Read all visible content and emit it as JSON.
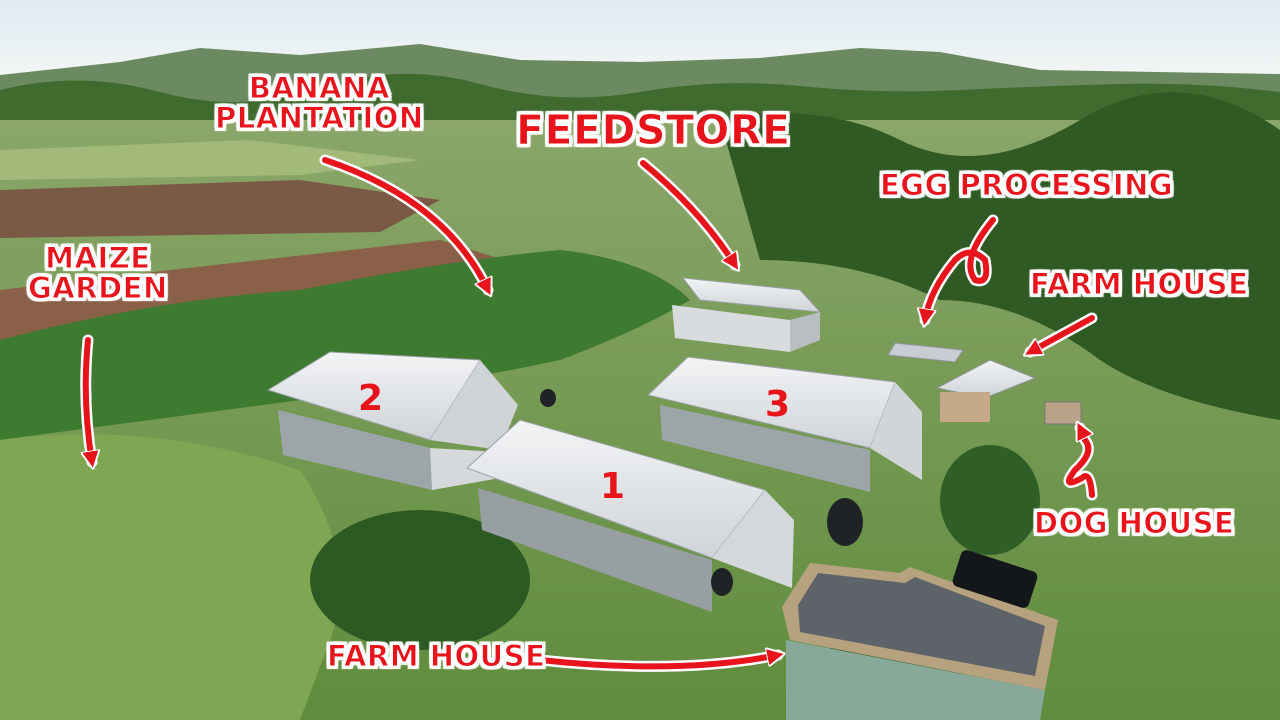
{
  "labels": {
    "banana_line1": "BANANA",
    "banana_line2": "PLANTATION",
    "feedstore": "FEEDSTORE",
    "egg_processing": "EGG PROCESSING",
    "maize_line1": "MAIZE",
    "maize_line2": "GARDEN",
    "farm_house_right": "FARM HOUSE",
    "dog_house": "DOG HOUSE",
    "farm_house_bottom": "FARM HOUSE"
  },
  "house_numbers": {
    "house_1": "1",
    "house_2": "2",
    "house_3": "3"
  },
  "colors": {
    "label_red": "#e8141c",
    "label_outline": "#ffffff",
    "roof_metal": "#e3e6e8",
    "grass": "#6f9a4e"
  }
}
